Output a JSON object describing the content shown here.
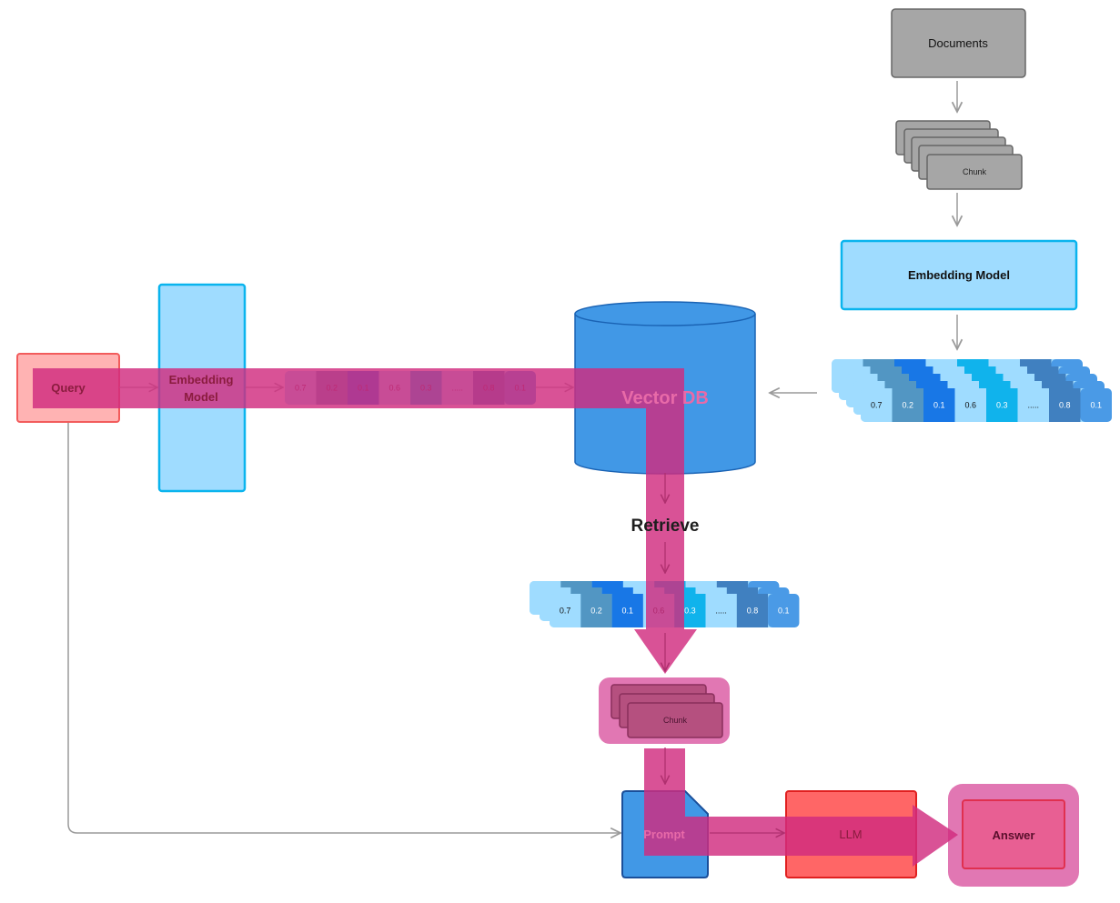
{
  "labels": {
    "documents": "Documents",
    "chunk": "Chunk",
    "embedding_model_top": "Embedding Model",
    "embedding_model_left_line1": "Embedding",
    "embedding_model_left_line2": "Model",
    "query": "Query",
    "vector_db": "Vector DB",
    "retrieve": "Retrieve",
    "prompt": "Prompt",
    "llm": "LLM",
    "answer": "Answer"
  },
  "vector_values": [
    "0.7",
    "0.2",
    "0.1",
    "0.6",
    "0.3",
    ".....",
    "0.8",
    "0.1"
  ],
  "colors": {
    "gray_fill": "#a6a6a6",
    "gray_stroke": "#666666",
    "light_blue_fill": "#9fdcff",
    "light_blue_stroke": "#0ab4ee",
    "db_blue": "#4198e6",
    "db_stroke": "#1a63b4",
    "query_fill": "#ffb3b3",
    "query_stroke": "#f25c5c",
    "llm_fill": "#ff6666",
    "llm_stroke": "#e02020",
    "flow_pink": "#d12c7f",
    "arrow_gray": "#9a9a9a",
    "vec_cells": [
      "#9fdcff",
      "#5296c3",
      "#1877e6",
      "#9fdcff",
      "#10b3ec",
      "#9fdcff",
      "#4080c0",
      "#4a9ae6"
    ]
  }
}
